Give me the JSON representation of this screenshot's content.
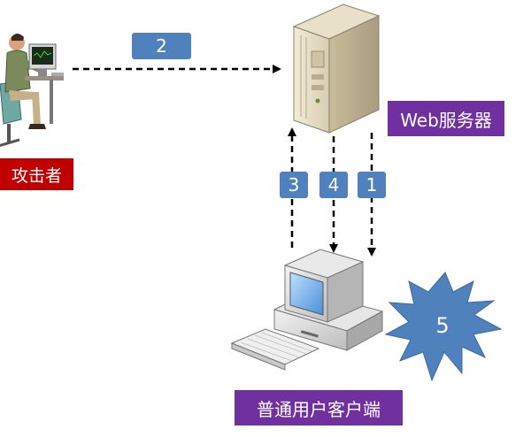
{
  "nodes": {
    "attacker": {
      "label": "攻击者",
      "color": "#c00000"
    },
    "server": {
      "label": "Web服务器",
      "color": "#7030a0"
    },
    "client": {
      "label": "普通用户客户端",
      "color": "#7030a0"
    }
  },
  "steps": {
    "s1": "1",
    "s2": "2",
    "s3": "3",
    "s4": "4",
    "s5": "5"
  },
  "colors": {
    "step_box": "#4f81bd",
    "starburst": "#4f81bd",
    "arrow": "#000000"
  }
}
